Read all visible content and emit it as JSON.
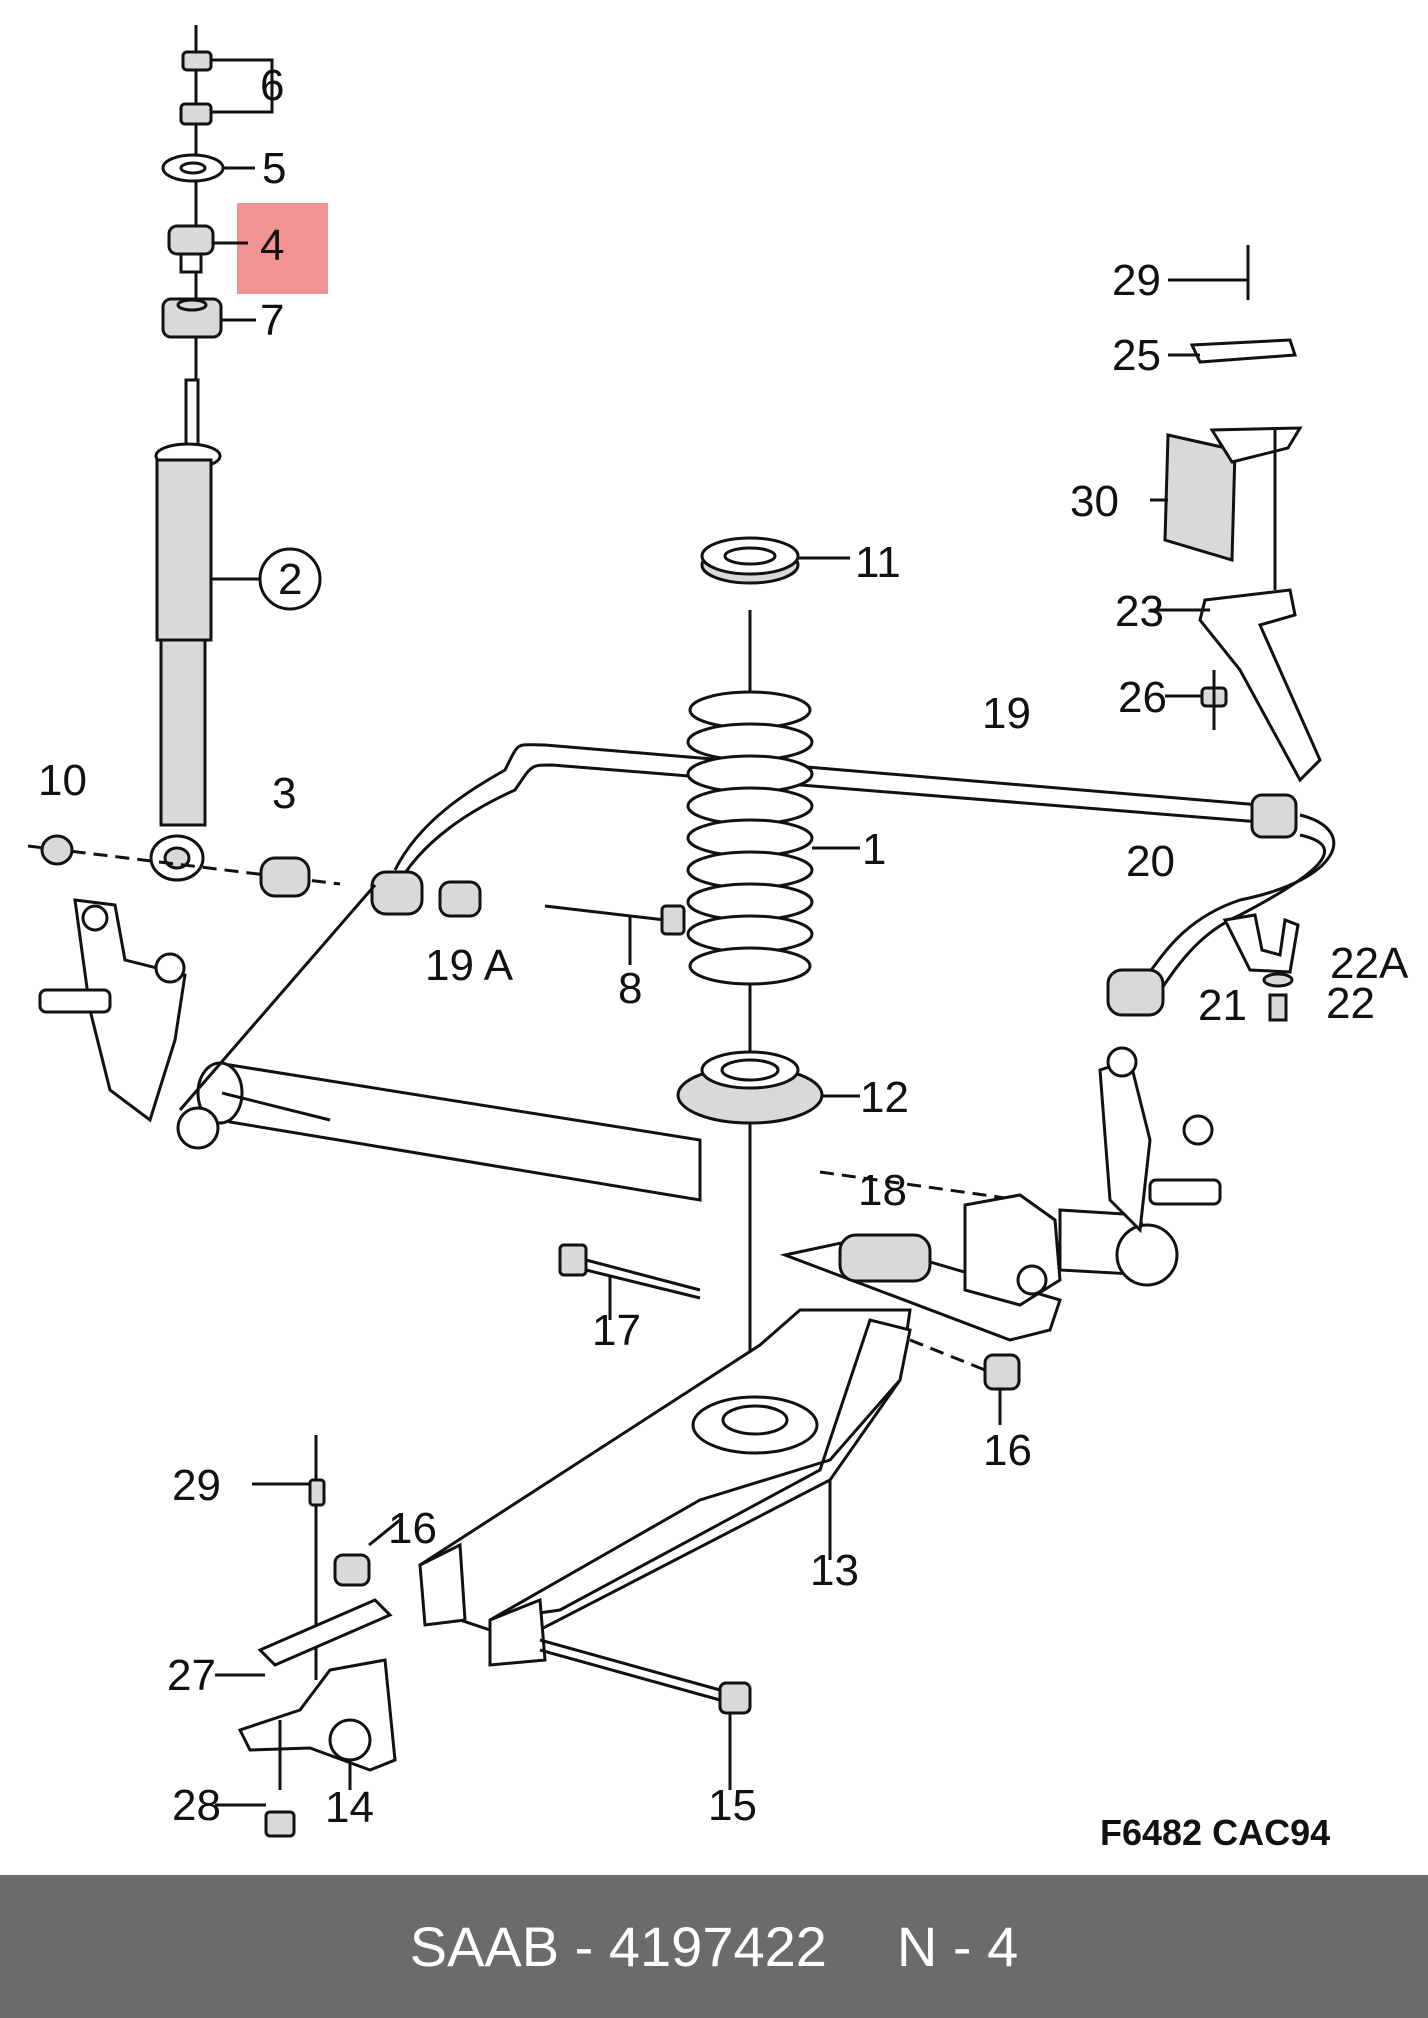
{
  "highlight_color": "#f08080",
  "diagram": {
    "callouts": {
      "c6": "6",
      "c5": "5",
      "c4": "4",
      "c7": "7",
      "c2": "2",
      "c10": "10",
      "c3": "3",
      "c19a": "19 A",
      "c8": "8",
      "c11": "11",
      "c1": "1",
      "c12": "12",
      "c19": "19",
      "c29a": "29",
      "c25": "25",
      "c30": "30",
      "c23": "23",
      "c26": "26",
      "c20": "20",
      "c21": "21",
      "c22a": "22A",
      "c22": "22",
      "c18": "18",
      "c17": "17",
      "c16a": "16",
      "c13": "13",
      "c29b": "29",
      "c16b": "16",
      "c27": "27",
      "c28": "28",
      "c14": "14",
      "c15": "15"
    },
    "drawing_ref": "F6482 CAC94"
  },
  "footer": {
    "part_info": "SAAB - 4197422",
    "position": "N - 4"
  }
}
